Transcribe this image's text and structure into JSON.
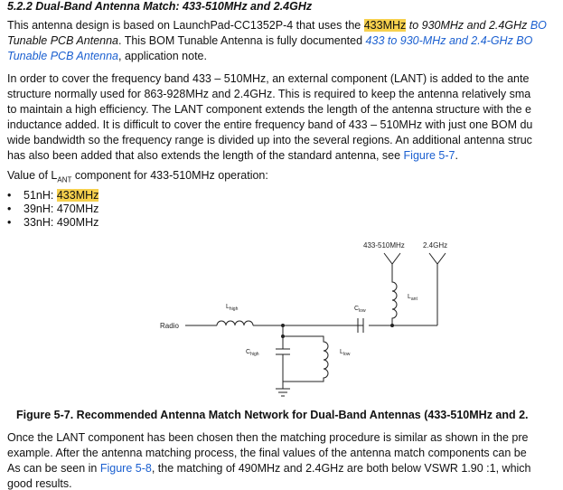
{
  "section_heading": "5.2.2 Dual-Band Antenna Match: 433-510MHz and 2.4GHz",
  "para1": {
    "l1_a": "This antenna design is based on LaunchPad-CC1352P-4 that uses the ",
    "l1_hl": "433MHz",
    "l1_b": " to 930MHz and 2.4GHz ",
    "l1_link": "BO",
    "l2_italic": "Tunable PCB Antenna",
    "l2_a": ". This BOM Tunable Antenna is fully documented ",
    "l2_link": "433 to 930-MHz and 2.4-GHz BO",
    "l3_link": "Tunable PCB Antenna",
    "l3_b": ", application note."
  },
  "para2": {
    "lines": [
      "In order to cover the frequency band 433 – 510MHz, an external component (LANT) is added to the ante",
      "structure normally used for 863-928MHz and 2.4GHz. This is required to keep the antenna relatively sma",
      "to maintain a high efficiency. The LANT component extends the length of the antenna structure with the e",
      "inductance added. It is difficult to cover the entire frequency band of 433 – 510MHz with just one BOM du",
      "wide bandwidth so the frequency range is divided up into the several regions. An additional antenna struc"
    ],
    "last_a": "has also been added that also extends the length of the standard antenna, see ",
    "last_link": "Figure 5-7",
    "last_b": "."
  },
  "value_line": {
    "prefix": "Value of L",
    "sub": "ANT",
    "suffix": " component for 433-510MHz operation:"
  },
  "bullets": [
    {
      "a": "51nH: ",
      "hl": "433MHz"
    },
    {
      "a": "39nH: 470MHz",
      "hl": ""
    },
    {
      "a": "33nH: 490MHz",
      "hl": ""
    }
  ],
  "bullet_char": "•",
  "figure": {
    "label_433": "433-510MHz",
    "label_24": "2.4GHz",
    "radio": "Radio",
    "l_high": "L",
    "l_high_sub": "high",
    "c_low": "C",
    "c_low_sub": "low",
    "l_ant": "L",
    "l_ant_sub": "ant",
    "c_high": "C",
    "c_high_sub": "high",
    "l_low": "L",
    "l_low_sub": "low"
  },
  "caption": "Figure 5-7. Recommended Antenna Match Network for Dual-Band Antennas (433-510MHz and 2.",
  "para3": {
    "l1": "Once the LANT component has been chosen then the matching procedure is similar as shown in the pre",
    "l2": "example. After the antenna matching process, the final values of the antenna match components can be",
    "l3_a": "As can be seen in ",
    "l3_link": "Figure 5-8",
    "l3_b": ", the matching of 490MHz and 2.4GHz are both below VSWR 1.90 :1, which",
    "l4": "good results."
  }
}
